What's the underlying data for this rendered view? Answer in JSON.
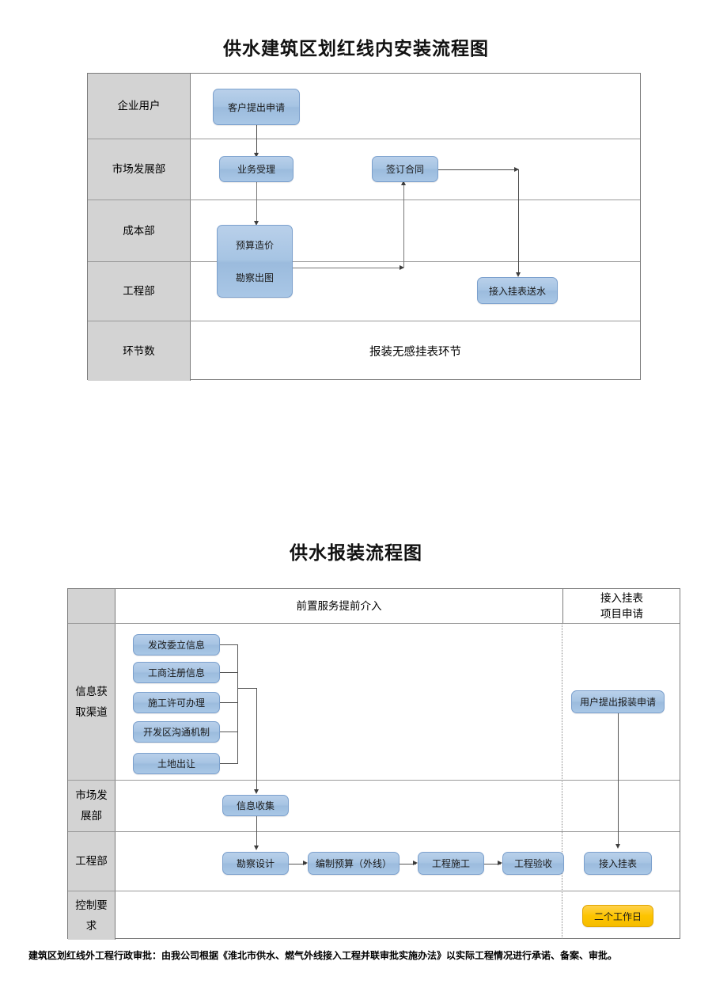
{
  "diagram1": {
    "title": "供水建筑区划红线内安装流程图",
    "rows": [
      {
        "label": "企业用户"
      },
      {
        "label": "市场发展部"
      },
      {
        "label": "成本部"
      },
      {
        "label": "工程部"
      },
      {
        "label": "环节数"
      }
    ],
    "nodes": {
      "customer_apply": "客户提出申请",
      "business_accept": "业务受理",
      "sign_contract": "签订合同",
      "budget_cost": "预算造价",
      "survey_drawing": "勘察出图",
      "connect_meter_water": "接入挂表送水"
    },
    "summary_row_text": "报装无感挂表环节"
  },
  "diagram2": {
    "title": "供水报装流程图",
    "header": {
      "corner": "",
      "left": "前置服务提前介入",
      "right_line1": "接入挂表",
      "right_line2": "项目申请"
    },
    "rows": [
      {
        "label_line1": "信息获",
        "label_line2": "取渠道"
      },
      {
        "label_line1": "市场发",
        "label_line2": "展部"
      },
      {
        "label_line1": "工程部",
        "label_line2": ""
      },
      {
        "label_line1": "控制要",
        "label_line2": "求"
      }
    ],
    "channels": [
      "发改委立信息",
      "工商注册信息",
      "施工许可办理",
      "开发区沟通机制",
      "土地出让"
    ],
    "nodes": {
      "info_collect": "信息收集",
      "survey_design": "勘察设计",
      "budget_outer": "编制预算（外线）",
      "construction": "工程施工",
      "acceptance": "工程验收",
      "user_apply": "用户提出报装申请",
      "connect_meter": "接入挂表",
      "two_working_days": "二个工作日"
    }
  },
  "footer": {
    "note": "建筑区划红线外工程行政审批：由我公司根据《淮北市供水、燃气外线接入工程并联审批实施办法》以实际工程情况进行承诺、备案、审批。"
  },
  "colors": {
    "box_blue": "#a6c4e3",
    "box_blue_border": "#7ba0cd",
    "box_yellow": "#fdc400",
    "box_yellow_border": "#e0a400",
    "label_gray": "#d3d3d3",
    "table_border": "#7b7b7b",
    "connector": "#4a4a4a"
  }
}
